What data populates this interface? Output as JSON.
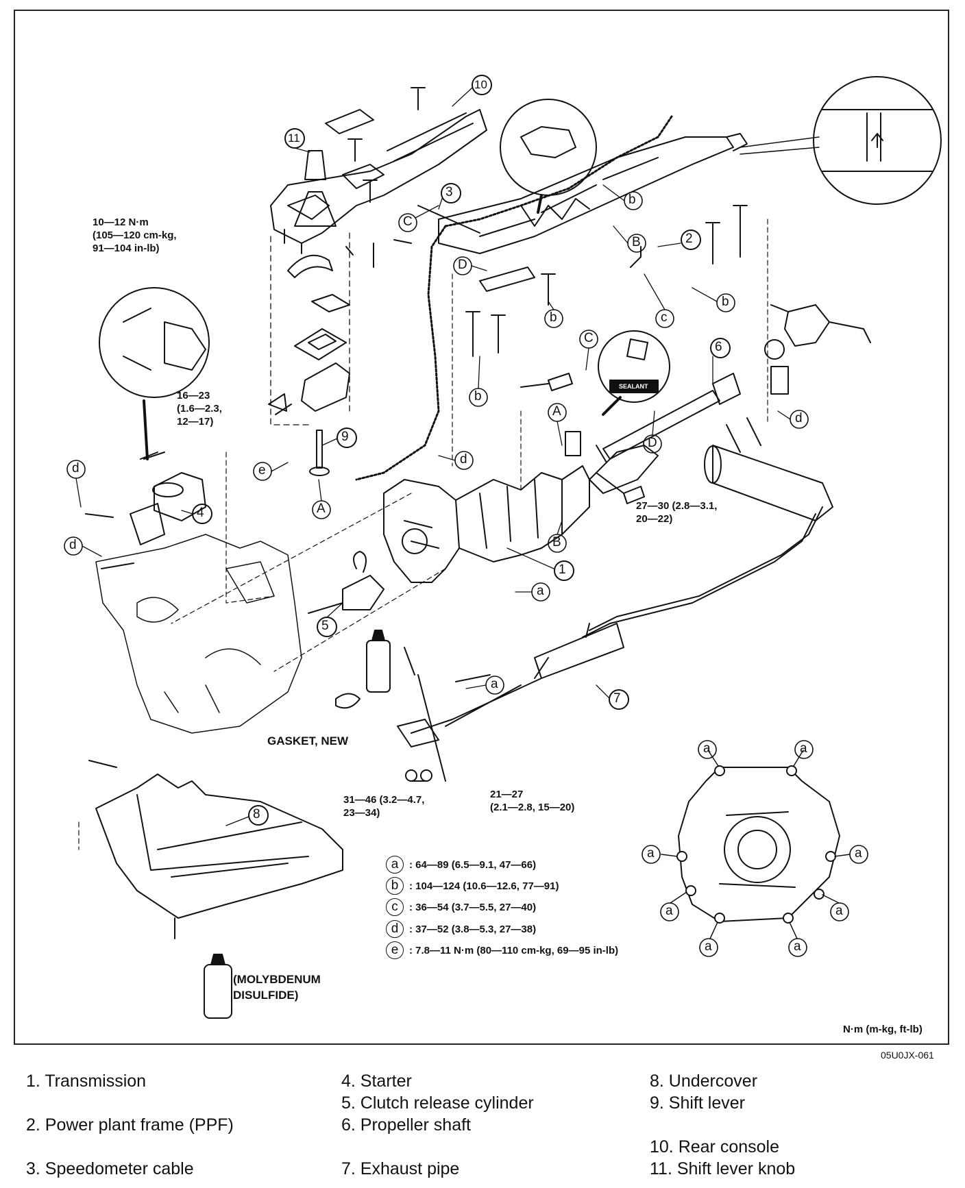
{
  "torque_labels": {
    "starter_bolt": [
      "10—12 N·m",
      "(105—120 cm-kg,",
      "91—104 in-lb)"
    ],
    "clutch_cyl": [
      "16—23",
      "(1.6—2.3,",
      "12—17)"
    ],
    "prop_shaft": [
      "27—30 (2.8—3.1,",
      "20—22)"
    ],
    "exhaust_nut": [
      "31—46 (3.2—4.7,",
      "23—34)"
    ],
    "exhaust_bolt": [
      "21—27",
      "(2.1—2.8, 15—20)"
    ]
  },
  "callouts": {
    "gasket": "GASKET, NEW",
    "grease": [
      "(MOLYBDENUM",
      "DISULFIDE)"
    ],
    "sealant": "SEALANT"
  },
  "specs": [
    {
      "letter": "a",
      "text": ": 64—89 (6.5—9.1, 47—66)"
    },
    {
      "letter": "b",
      "text": ": 104—124 (10.6—12.6, 77—91)"
    },
    {
      "letter": "c",
      "text": ": 36—54 (3.7—5.5, 27—40)"
    },
    {
      "letter": "d",
      "text": ": 37—52 (3.8—5.3, 27—38)"
    },
    {
      "letter": "e",
      "text": ": 7.8—11 N·m (80—110 cm-kg, 69—95 in-lb)"
    }
  ],
  "units_note": "N·m (m-kg, ft-lb)",
  "figure_id": "05U0JX-061",
  "numbers": [
    "1",
    "2",
    "3",
    "4",
    "5",
    "6",
    "7",
    "8",
    "9",
    "10",
    "11"
  ],
  "letters": [
    "a",
    "b",
    "c",
    "d",
    "e",
    "A",
    "B",
    "C",
    "D"
  ],
  "legend": {
    "col1": [
      "1. Transmission",
      "",
      "2. Power plant frame (PPF)",
      "",
      "3. Speedometer cable"
    ],
    "col2": [
      "4. Starter",
      "5. Clutch release cylinder",
      "6. Propeller shaft",
      "",
      "7. Exhaust pipe"
    ],
    "col3": [
      "8. Undercover",
      "9. Shift lever",
      "",
      "10. Rear console",
      "11. Shift lever knob"
    ]
  }
}
